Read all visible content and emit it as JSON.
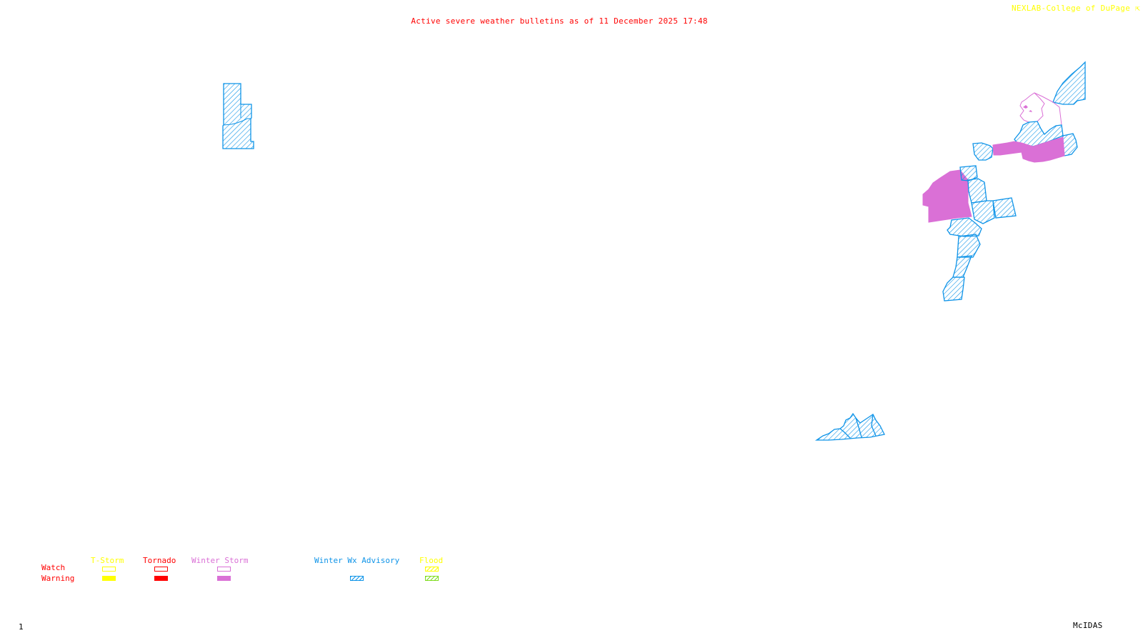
{
  "header": {
    "title": "Active severe weather bulletins as of 11 December 2025 17:48",
    "credit": "NEXLAB-College of DuPage",
    "credit_icon": "cursor-arrow-icon"
  },
  "footer": {
    "frame_number": "1",
    "brand": "McIDAS"
  },
  "colors": {
    "title": "#ff0000",
    "credit": "#ffff00",
    "tstorm": "#ffff00",
    "tornado": "#ff0000",
    "winter_storm": "#da70d6",
    "winter_wx_advisory": "#0f94e8",
    "flood_watch": "#ffff00",
    "flood_warning": "#7fdc1f"
  },
  "legend": {
    "row_labels": {
      "watch": "Watch",
      "warning": "Warning"
    },
    "categories": [
      {
        "key": "tstorm",
        "label": "T-Storm",
        "watch": "outline",
        "warning": "filled"
      },
      {
        "key": "tornado",
        "label": "Tornado",
        "watch": "outline",
        "warning": "filled"
      },
      {
        "key": "winter_storm",
        "label": "Winter Storm",
        "watch": "outline",
        "warning": "filled"
      },
      {
        "key": "winter_wx_advisory",
        "label": "Winter Wx Advisory",
        "watch": "none",
        "warning": "hatched"
      },
      {
        "key": "flood",
        "label": "Flood",
        "watch": "hatched",
        "warning": "hatched"
      }
    ]
  },
  "map": {
    "regions": [
      {
        "name": "western-advisory-block",
        "type": "winter_wx_advisory"
      },
      {
        "name": "northeast-advisory-tip",
        "type": "winter_wx_advisory"
      },
      {
        "name": "northeast-winter-storm-watch",
        "type": "winter_storm_watch"
      },
      {
        "name": "northeast-winter-storm-warning-strip",
        "type": "winter_storm_warning"
      },
      {
        "name": "northeast-advisory-cluster",
        "type": "winter_wx_advisory"
      },
      {
        "name": "central-winter-storm-warning",
        "type": "winter_storm_warning"
      },
      {
        "name": "appalachian-advisory-chain",
        "type": "winter_wx_advisory"
      },
      {
        "name": "southeast-advisory-ridge",
        "type": "winter_wx_advisory"
      }
    ]
  }
}
